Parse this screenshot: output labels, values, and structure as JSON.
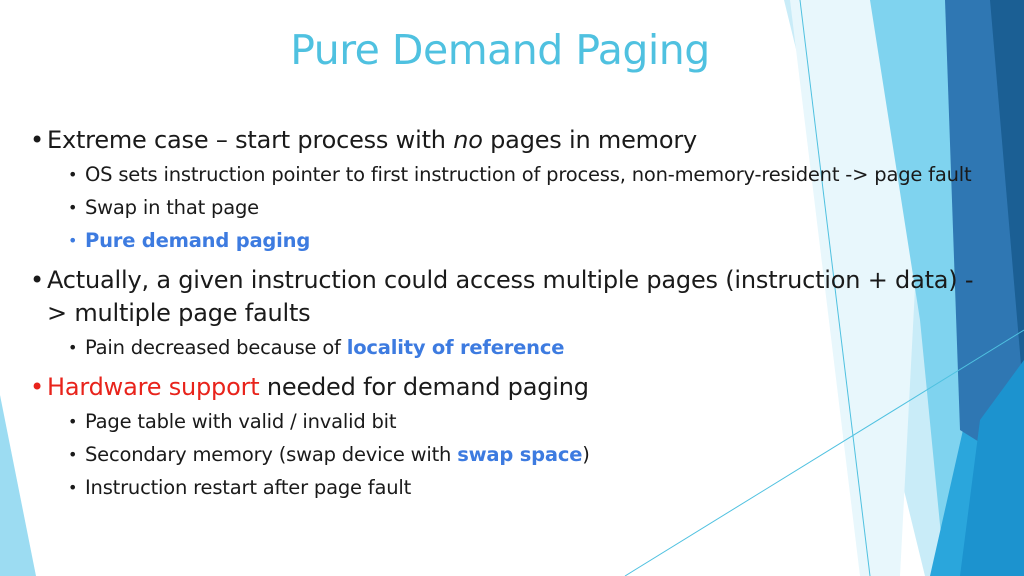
{
  "slide": {
    "title": "Pure Demand Paging",
    "bullets": [
      {
        "pre": "Extreme case – start process with ",
        "em": "no",
        "post": " pages in memory",
        "sub": [
          {
            "text": "OS sets instruction pointer to first instruction of process, non-memory-resident -> page fault"
          },
          {
            "text": "Swap in that page"
          },
          {
            "highlight": "Pure demand paging"
          }
        ]
      },
      {
        "text": "Actually, a given instruction could access multiple pages (instruction + data) -> multiple page faults",
        "sub": [
          {
            "pre": "Pain decreased because of ",
            "highlight": "locality of reference"
          }
        ]
      },
      {
        "highlight": "Hardware support",
        "post": " needed for demand paging",
        "sub": [
          {
            "text": "Page table with valid / invalid bit"
          },
          {
            "pre": "Secondary memory (swap device with ",
            "highlight": "swap space",
            "post": ")"
          },
          {
            "text": "Instruction restart after page fault"
          }
        ]
      }
    ]
  },
  "colors": {
    "title": "#4fc1e0",
    "highlight_blue": "#3d7be0",
    "highlight_red": "#e8231b",
    "accent_light": "#7fd3ef",
    "accent_mid": "#2a9fd8",
    "accent_dark": "#1b5f94"
  }
}
